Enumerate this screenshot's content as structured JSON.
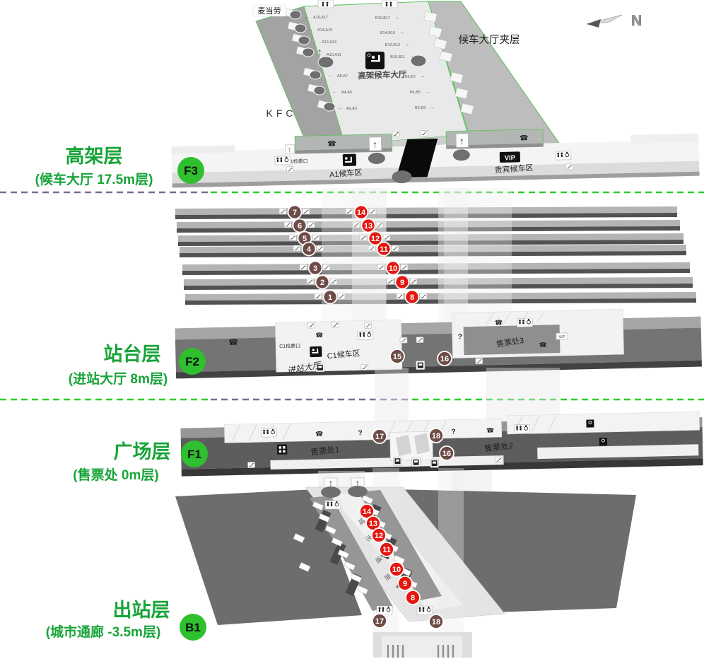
{
  "palette": {
    "accent_green": "#18a439",
    "badge_green": "#2ec02e",
    "marker_red": "#e3170f",
    "marker_brown": "#6e4b47",
    "separator_green": "#2ecc2e",
    "separator_purple": "#7c6a94"
  },
  "compass": {
    "label": "N"
  },
  "levels": {
    "f3": {
      "title": "高架层",
      "subtitle": "(候车大厅 17.5m层)",
      "badge": "F3"
    },
    "f2": {
      "title": "站台层",
      "subtitle": "(进站大厅 8m层)",
      "badge": "F2"
    },
    "f1": {
      "title": "广场层",
      "subtitle": "(售票处 0m层)",
      "badge": "F1"
    },
    "b1": {
      "title": "出站层",
      "subtitle": "(城市通廊 -3.5m层)",
      "badge": "B1"
    }
  },
  "mezzanine": {
    "mcdonalds": "麦当劳",
    "kfc": "KFC",
    "label": "候车大厅夹层",
    "hall_label": "高架候车大厅",
    "gates_left": [
      "A16,A17",
      "A14,A15",
      "A12,A13",
      "A10,A11",
      "A6,A7",
      "A4,A5",
      "A2,A3"
    ],
    "gates_right": [
      "B16,B17",
      "B14,B15",
      "B12,B13",
      "B10,B11",
      "B6,B7",
      "B4,B5",
      "B2,B3"
    ]
  },
  "f3_deck": {
    "gate_label": "A1检票口",
    "wait_area": "A1候车区",
    "vip_badge": "VIP",
    "vip_area": "贵宾候车区"
  },
  "f2_deck": {
    "gate_label": "C1检票口",
    "wait_area": "C1候车区",
    "hall_label": "进站大厅",
    "ticket_office_3": "售票处3",
    "vip_small": "VIP"
  },
  "f1_deck": {
    "ticket_office_1": "售票处1",
    "ticket_office_2": "售票处2"
  },
  "b1_deck": {
    "corridor_chars": [
      "城",
      "市",
      "通",
      "廊"
    ]
  },
  "markers": {
    "platform_left": [
      "7",
      "6",
      "5",
      "4",
      "3",
      "2",
      "1"
    ],
    "platform_right": [
      "14",
      "13",
      "12",
      "11",
      "10",
      "9",
      "8"
    ],
    "f2": [
      "15",
      "16"
    ],
    "f1": [
      "17",
      "18",
      "16"
    ],
    "b1_red": [
      "14",
      "13",
      "12",
      "11",
      "10",
      "9",
      "8"
    ],
    "b1_brown": [
      "17",
      "18"
    ]
  },
  "icons": {
    "up_arrow": "↑",
    "left_arrow": "←",
    "right_arrow": "→",
    "phone": "☎",
    "question": "?"
  }
}
